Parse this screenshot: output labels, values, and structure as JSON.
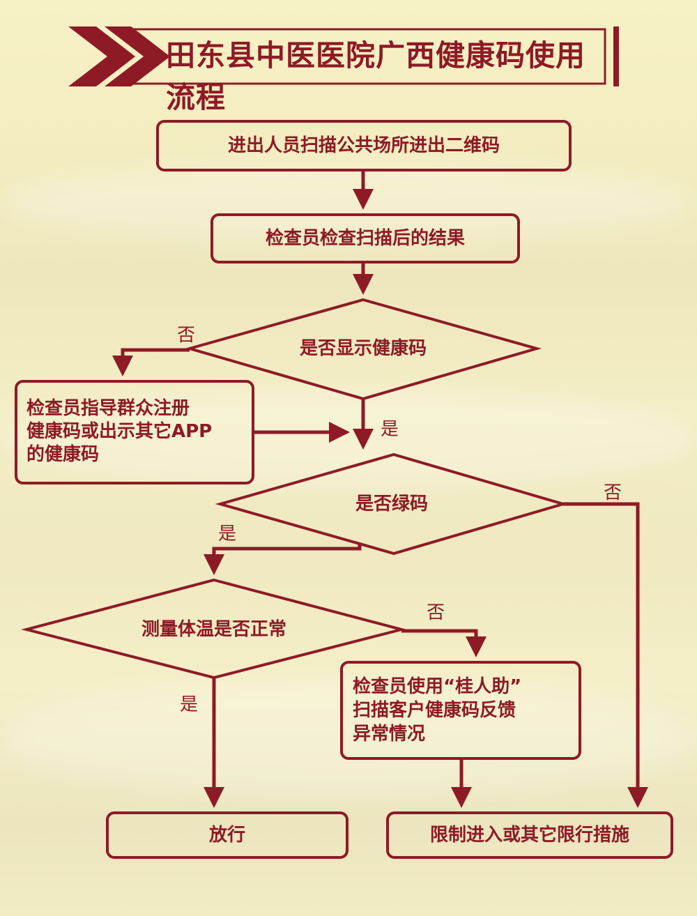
{
  "title": "田东县中医医院广西健康码使用流程",
  "colors": {
    "accent": "#8e1a25",
    "background": "#f4eec6"
  },
  "nodes": {
    "scan_qr": "进出人员扫描公共场所进出二维码",
    "check_result": "检查员检查扫描后的结果",
    "show_code": "是否显示健康码",
    "guide_register": [
      "检查员指导群众注册",
      "健康码或出示其它APP",
      "的健康码"
    ],
    "green_code": "是否绿码",
    "temp_normal": "测量体温是否正常",
    "report_abnormal": [
      "检查员使用“桂人助”",
      "扫描客户健康码反馈",
      "异常情况"
    ],
    "release": "放行",
    "restrict": "限制进入或其它限行措施"
  },
  "labels": {
    "show_no": "否",
    "show_yes": "是",
    "green_yes": "是",
    "green_no": "否",
    "temp_no": "否",
    "temp_yes": "是"
  }
}
